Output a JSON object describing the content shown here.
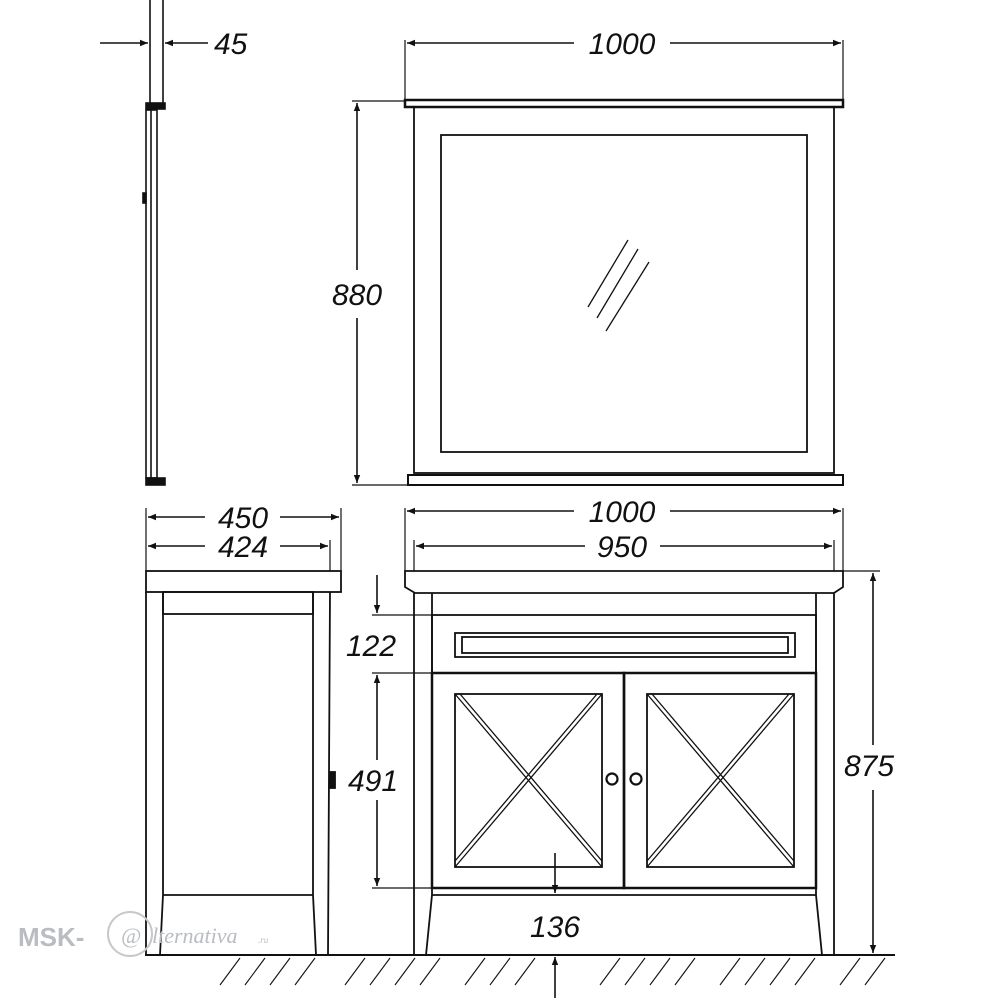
{
  "dimensions": {
    "mirror_depth": "45",
    "mirror_width": "1000",
    "mirror_height": "880",
    "cabinet_depth_outer": "450",
    "cabinet_depth_inner": "424",
    "cabinet_width_top": "1000",
    "cabinet_width_body": "950",
    "drawer_height": "122",
    "door_height": "491",
    "leg_height": "136",
    "cabinet_height": "875"
  },
  "watermark": {
    "prefix": "MSK-",
    "mark": "@",
    "suffix": "lternativa",
    "tld": ".ru"
  },
  "colors": {
    "line": "#111111",
    "watermark": "#b9bcc0"
  }
}
